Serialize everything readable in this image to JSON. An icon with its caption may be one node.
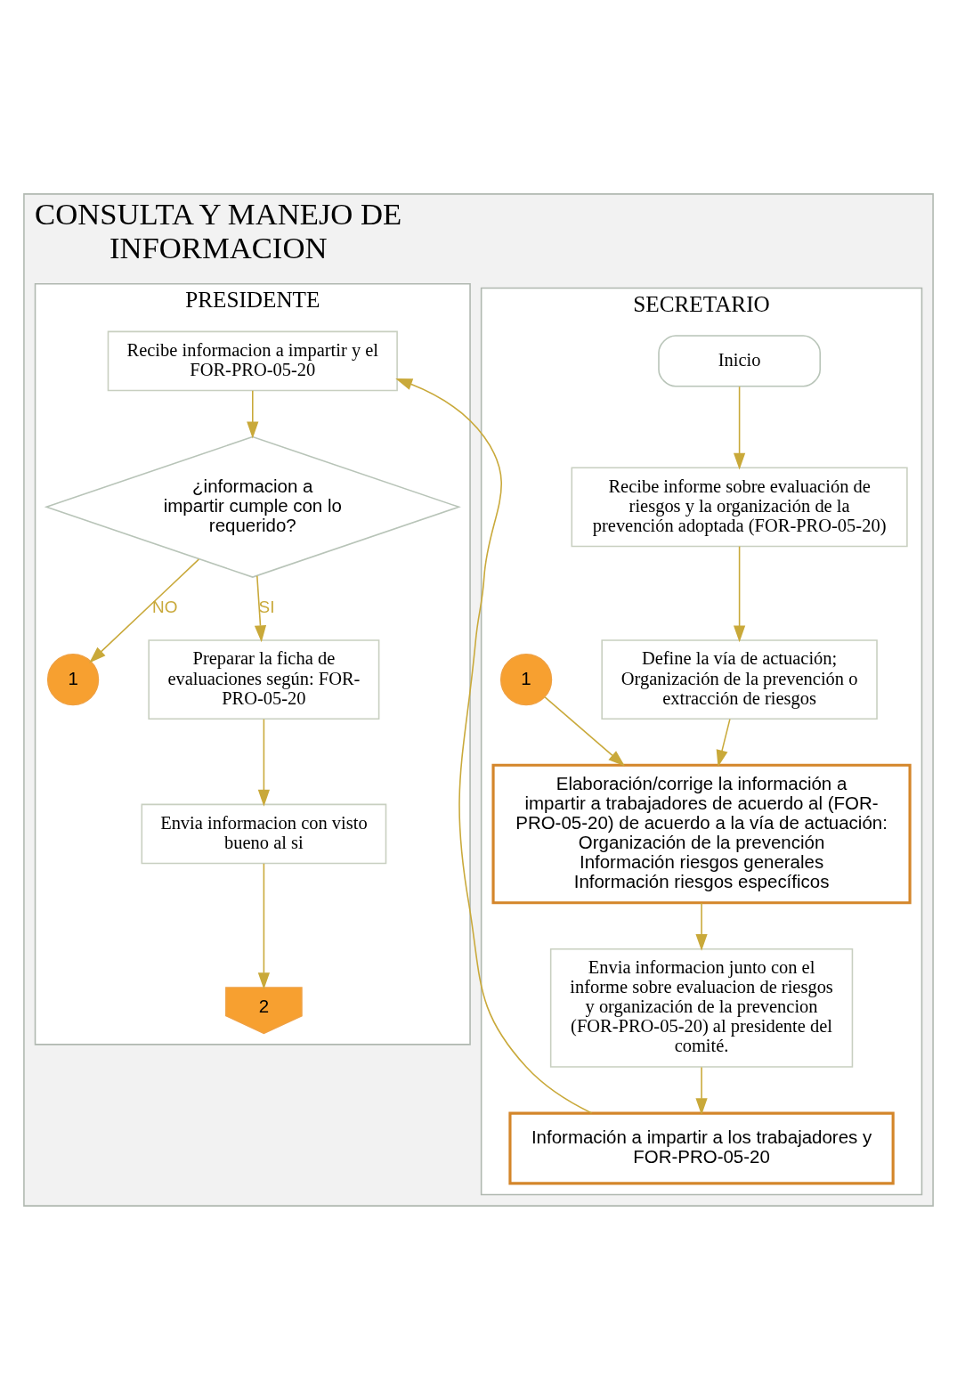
{
  "diagram": {
    "nodes": [
      {
        "text": [
          "CONSULTA Y MANEJO DE INFORMACION"
        ]
      },
      {
        "text": [
          "SECRETARIO"
        ],
        "in": 0
      },
      {
        "text": [
          "PRESIDENTE"
        ],
        "in": 0
      },
      {
        "text": [
          "Inicio"
        ],
        "in": 1
      },
      {
        "text": [
          "Recibe informe sobre evaluación de riesgos y la organización de la prevención adoptada (FOR-PRO-05-20)"
        ],
        "in": 1
      },
      {
        "text": [
          "Define la vía de actuación; Organización de la prevención o extracción de riesgos"
        ],
        "in": 1
      },
      {
        "text": [
          "1"
        ],
        "in": 1
      },
      {
        "text": [
          "Elaboración/corrige la información a impartir a trabajadores de acuerdo al (FOR-PRO-05-20) de acuerdo a la vía de actuación:",
          "Organización de la prevención",
          "Información riesgos generales",
          "Información riesgos específicos"
        ],
        "in": 1
      },
      {
        "text": [
          "Envia informacion junto con el informe sobre evaluacion de riesgos y organización de la prevencion (FOR-PRO-05-20) al presidente del comité."
        ],
        "in": 1
      },
      {
        "text": [
          "Información a impartir a los trabajadores y FOR-PRO-05-20"
        ],
        "in": 1
      },
      {
        "text": [
          "Recibe informacion a impartir y el FOR-PRO-05-20"
        ],
        "in": 2
      },
      {
        "text": [
          "¿informacion a impartir cumple con lo requerido?"
        ],
        "in": 2
      },
      {
        "text": [
          "1"
        ],
        "in": 2
      },
      {
        "text": [
          "Preparar la ficha de evaluaciones según: FOR-PRO-05-20"
        ],
        "in": 2
      },
      {
        "text": [
          "Envia informacion con visto bueno al si"
        ],
        "in": 2
      },
      {
        "text": [
          "2"
        ],
        "in": 2
      }
    ],
    "edges": [
      {
        "from": 3,
        "to": 4,
        "arrow": "to"
      },
      {
        "from": 4,
        "to": 5,
        "arrow": "to"
      },
      {
        "from": 5,
        "to": 7,
        "arrow": "to"
      },
      {
        "from": 6,
        "to": 7,
        "arrow": "to"
      },
      {
        "from": 7,
        "to": 8,
        "arrow": "to"
      },
      {
        "from": 8,
        "to": 9,
        "arrow": "to"
      },
      {
        "from": 9,
        "to": 10,
        "arrow": "to"
      },
      {
        "from": 10,
        "to": 11,
        "arrow": "to"
      },
      {
        "from": 11,
        "to": 12,
        "arrow": "to",
        "label": "NO"
      },
      {
        "from": 11,
        "to": 13,
        "arrow": "to",
        "label": "SI"
      },
      {
        "from": 13,
        "to": 14,
        "arrow": "to"
      },
      {
        "from": 14,
        "to": 15,
        "arrow": "to"
      }
    ]
  }
}
